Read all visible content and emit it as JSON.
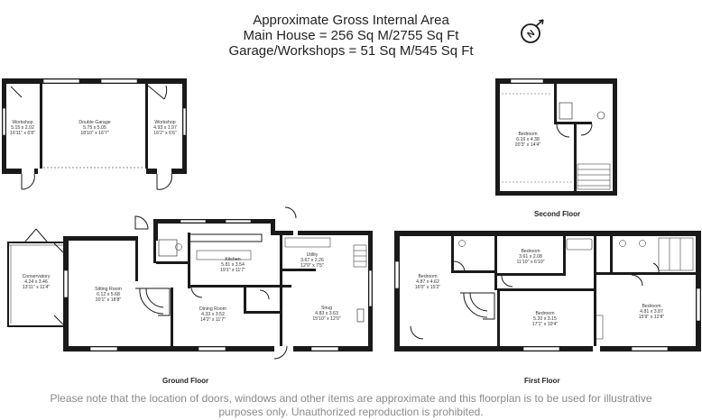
{
  "header": {
    "title": "Approximate Gross Internal Area",
    "main_house": "Main House = 256 Sq M/2755 Sq Ft",
    "garage": "Garage/Workshops = 51 Sq M/545 Sq Ft"
  },
  "disclaimer": {
    "line1": "Please note that the location of doors, windows and other items are approximate and this floorplan is to be used for illustrative",
    "line2": "purposes only. Unauthorized reproduction is prohibited."
  },
  "floors": {
    "ground": "Ground Floor",
    "first": "First Floor",
    "second": "Second Floor"
  },
  "compass": "N",
  "rooms": {
    "workshop_left": {
      "name": "Workshop",
      "metric": "5.15 x 2.02",
      "imperial": "16'11\" x 6'8\""
    },
    "double_garage": {
      "name": "Double Garage",
      "metric": "5.75 x 5.05",
      "imperial": "18'10\" x 16'7\""
    },
    "workshop_right": {
      "name": "Workshop",
      "metric": "4.93 x 1.97",
      "imperial": "16'2\" x 6'6\""
    },
    "conservatory": {
      "name": "Conservatory",
      "metric": "4.24 x 3.46",
      "imperial": "13'11\" x 11'4\""
    },
    "sitting_room": {
      "name": "Sitting Room",
      "metric": "6.12 x 5.68",
      "imperial": "20'1\" x 18'8\""
    },
    "kitchen": {
      "name": "Kitchen",
      "metric": "5.81 x 3.54",
      "imperial": "19'1\" x 11'7\""
    },
    "utility": {
      "name": "Utility",
      "metric": "3.67 x 2.26",
      "imperial": "12'0\" x 7'5\""
    },
    "dining_room": {
      "name": "Dining Room",
      "metric": "4.33 x 3.52",
      "imperial": "14'2\" x 11'7\""
    },
    "snug": {
      "name": "Snug",
      "metric": "4.83 x 3.63",
      "imperial": "15'10\" x 12'0\""
    },
    "bed_first_left": {
      "name": "Bedroom",
      "metric": "4.87 x 4.62",
      "imperial": "16'0\" x 15'2\""
    },
    "bed_first_small": {
      "name": "Bedroom",
      "metric": "3.61 x 2.08",
      "imperial": "11'10\" x 6'10\""
    },
    "bed_first_mid": {
      "name": "Bedroom",
      "metric": "5.20 x 3.15",
      "imperial": "17'1\" x 10'4\""
    },
    "bed_first_right": {
      "name": "Bedroom",
      "metric": "4.81 x 3.87",
      "imperial": "15'9\" x 12'8\""
    },
    "bed_second": {
      "name": "Bedroom",
      "metric": "6.16 x 4.38",
      "imperial": "20'3\" x 14'4\""
    }
  }
}
